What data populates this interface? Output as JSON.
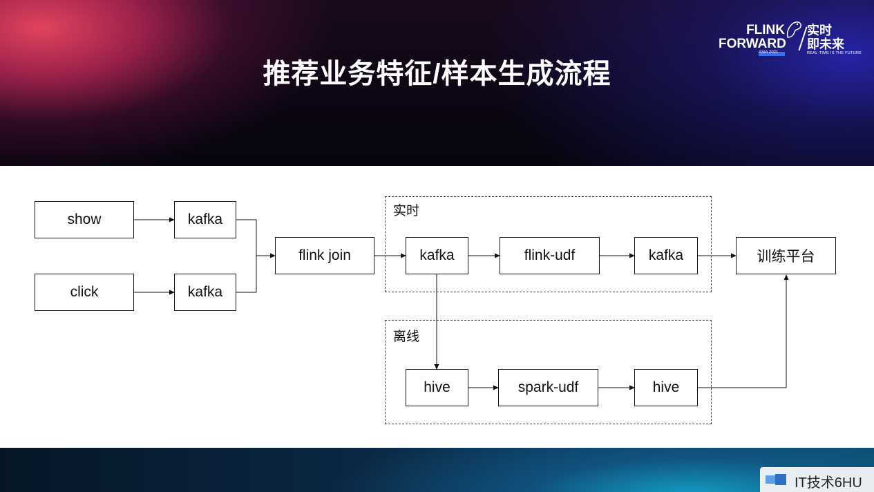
{
  "slide": {
    "title": "推荐业务特征/样本生成流程"
  },
  "logo": {
    "line1": "FLINK",
    "line2": "FORWARD",
    "badge": "ASIA 2021",
    "cn": "实时",
    "cn2": "即未来",
    "en": "REAL-TIME IS THE FUTURE"
  },
  "watermark": {
    "text": "IT技术6HU"
  },
  "diagram": {
    "nodes": {
      "show": "show",
      "click": "click",
      "kafka1": "kafka",
      "kafka2": "kafka",
      "flink_join": "flink join",
      "kafka_rt_in": "kafka",
      "flink_udf": "flink-udf",
      "kafka_rt_out": "kafka",
      "training": "训练平台",
      "hive_in": "hive",
      "spark_udf": "spark-udf",
      "hive_out": "hive"
    },
    "groups": {
      "realtime": "实时",
      "offline": "离线"
    }
  }
}
